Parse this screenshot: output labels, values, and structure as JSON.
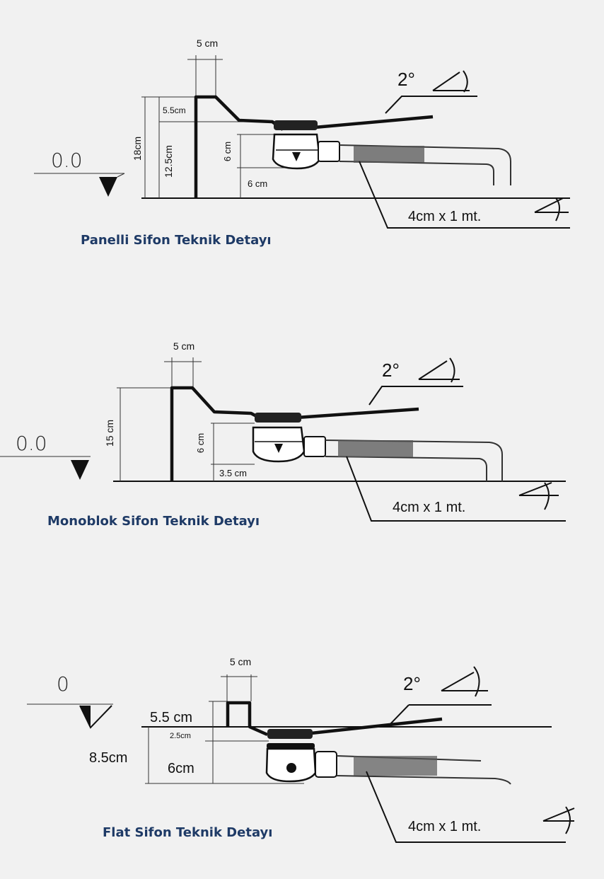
{
  "panels": [
    {
      "title": "Panelli Sifon Teknik Detayı",
      "level": "0.0",
      "angle": "2°",
      "pipe": "4cm x 1 mt.",
      "dims": {
        "width": "5 cm",
        "total": "18cm",
        "top": "5.5cm",
        "lower": "12.5cm",
        "drain": "6 cm",
        "base": "6 cm"
      }
    },
    {
      "title": "Monoblok Sifon Teknik Detayı",
      "level": "0.0",
      "angle": "2°",
      "pipe": "4cm x 1 mt.",
      "dims": {
        "width": "5 cm",
        "total": "15 cm",
        "drain": "6 cm",
        "base": "3.5 cm"
      }
    },
    {
      "title": "Flat Sifon Teknik Detayı",
      "level": "0",
      "angle": "2°",
      "pipe": "4cm x 1 mt.",
      "dims": {
        "width": "5 cm",
        "top": "5.5 cm",
        "gap": "2.5cm",
        "total": "8.5cm",
        "drain": "6cm"
      }
    }
  ]
}
